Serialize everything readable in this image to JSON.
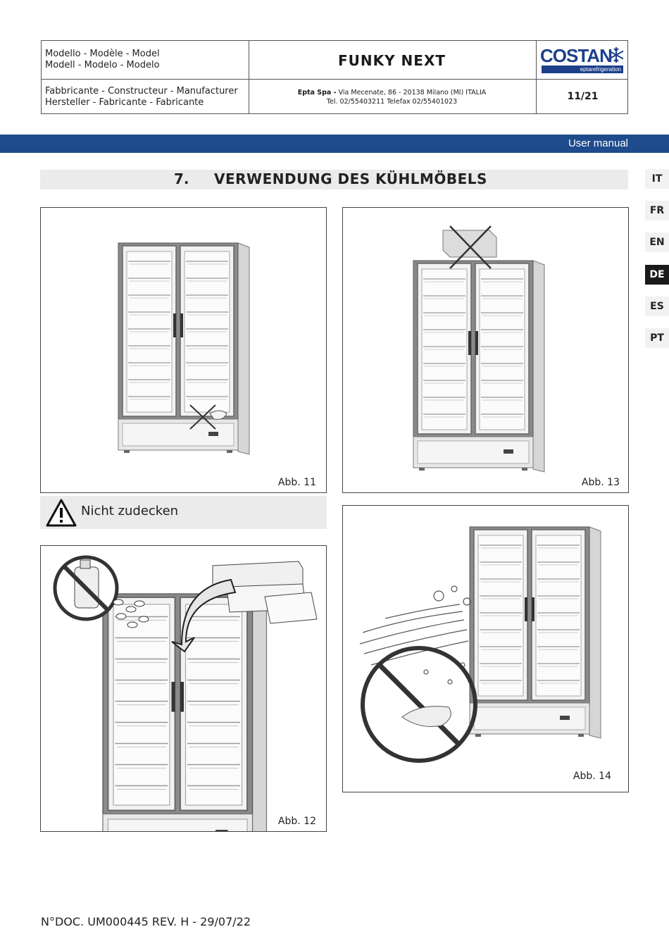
{
  "header": {
    "model_label_1": "Modello - Modèle - Model",
    "model_label_2": "Modell - Modelo - Modelo",
    "manufacturer_label_1": "Fabbricante - Constructeur - Manufacturer",
    "manufacturer_label_2": "Hersteller - Fabricante - Fabricante",
    "title": "FUNKY NEXT",
    "company": "Epta Spa -",
    "address": " Via Mecenate, 86 - 20138 Milano (MI) ITALIA",
    "phone": "Tel. 02/55403211 Telefax 02/55401023",
    "page": "11/21",
    "logo_brand": "COSTAN",
    "logo_sub": "eptarefrigeration"
  },
  "banner": {
    "text": "User manual"
  },
  "section": {
    "number": "7.",
    "title": "VERWENDUNG DES KÜHLMÖBELS"
  },
  "languages": [
    "IT",
    "FR",
    "EN",
    "DE",
    "ES",
    "PT"
  ],
  "active_language": "DE",
  "figures": {
    "fig11": "Abb. 11",
    "fig12": "Abb. 12",
    "fig13": "Abb. 13",
    "fig14": "Abb. 14"
  },
  "warning": {
    "text": "Nicht zudecken"
  },
  "footer": {
    "doc": "N°DOC. UM000445 REV. H - 29/07/22"
  },
  "colors": {
    "banner": "#1e4b8c",
    "brand": "#1d3f8a"
  }
}
